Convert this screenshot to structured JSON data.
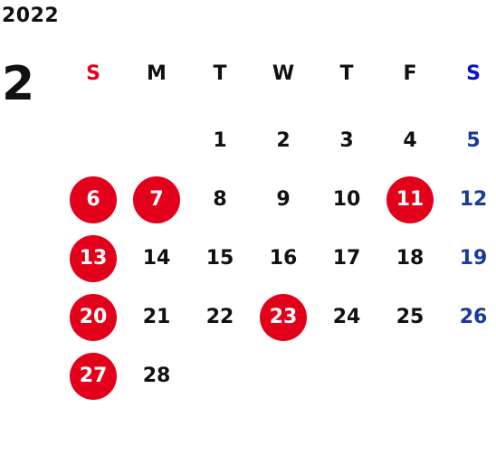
{
  "calendar": {
    "year": "2022",
    "month": "2",
    "weekdays": [
      "S",
      "M",
      "T",
      "W",
      "T",
      "F",
      "S"
    ],
    "first_weekday_index": 2,
    "days": [
      {
        "d": "1"
      },
      {
        "d": "2"
      },
      {
        "d": "3"
      },
      {
        "d": "4"
      },
      {
        "d": "5"
      },
      {
        "d": "6",
        "holiday": true
      },
      {
        "d": "7",
        "holiday": true
      },
      {
        "d": "8"
      },
      {
        "d": "9"
      },
      {
        "d": "10"
      },
      {
        "d": "11",
        "holiday": true
      },
      {
        "d": "12"
      },
      {
        "d": "13",
        "holiday": true
      },
      {
        "d": "14"
      },
      {
        "d": "15"
      },
      {
        "d": "16"
      },
      {
        "d": "17"
      },
      {
        "d": "18"
      },
      {
        "d": "19"
      },
      {
        "d": "20",
        "holiday": true
      },
      {
        "d": "21"
      },
      {
        "d": "22"
      },
      {
        "d": "23",
        "holiday": true
      },
      {
        "d": "24"
      },
      {
        "d": "25"
      },
      {
        "d": "26"
      },
      {
        "d": "27",
        "holiday": true
      },
      {
        "d": "28"
      }
    ]
  },
  "colors": {
    "text": "#111111",
    "sunday_header": "#e3001b",
    "saturday": "#1a3b9b",
    "saturday_header": "#0a12c8",
    "holiday_fill": "#e3001b",
    "holiday_text": "#ffffff"
  }
}
